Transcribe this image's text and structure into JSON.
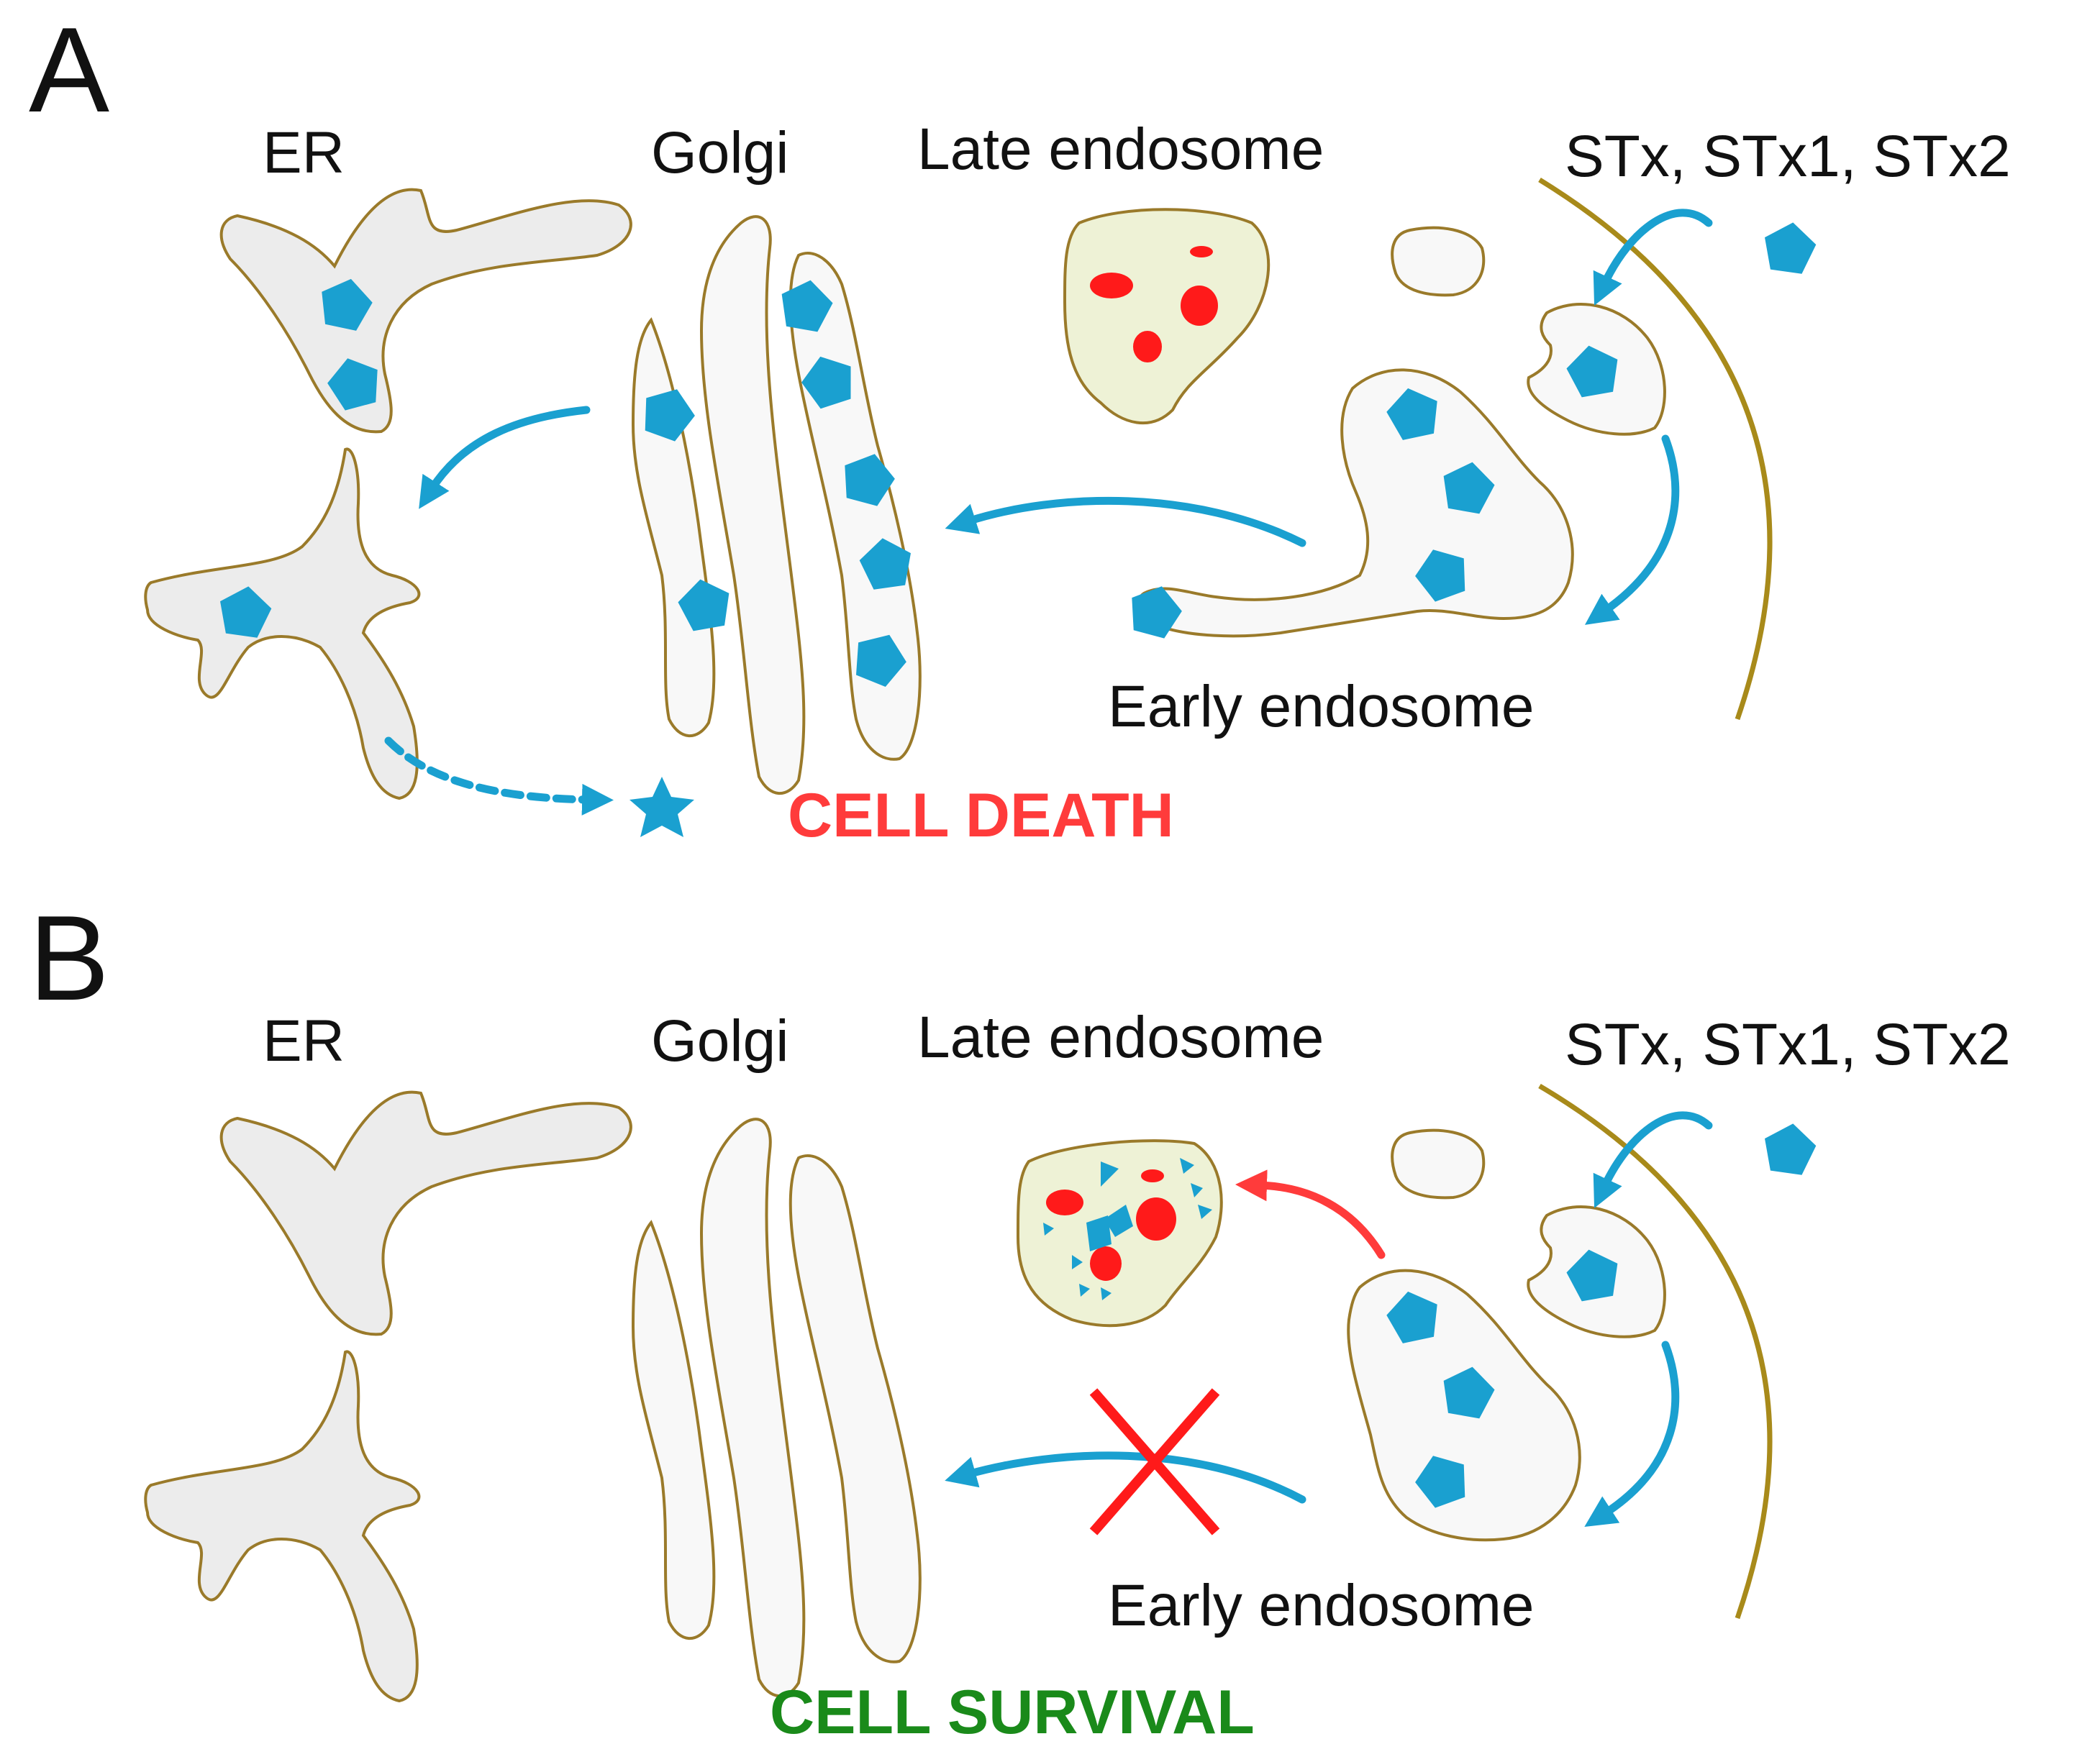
{
  "colors": {
    "toxin": "#1aa0d0",
    "membrane": "#a88a1a",
    "organelle_outline": "#9a7a2a",
    "late_endosome_fill": "#eef2d6",
    "lysosomal_content": "#ff1a1a",
    "blocked_cross": "#ff1a1a",
    "cell_death": "#ff3b3b",
    "cell_survival": "#1a8a1a"
  },
  "panels": [
    {
      "letter": "A",
      "labels": {
        "er": "ER",
        "golgi": "Golgi",
        "late_endosome": "Late endosome",
        "toxins": "STx, STx1, STx2",
        "early_endosome": "Early endosome"
      },
      "outcome": {
        "text": "CELL DEATH",
        "color": "#ff3b3b"
      }
    },
    {
      "letter": "B",
      "labels": {
        "er": "ER",
        "golgi": "Golgi",
        "late_endosome": "Late endosome",
        "toxins": "STx, STx1, STx2",
        "early_endosome": "Early endosome"
      },
      "outcome": {
        "text": "CELL SURVIVAL",
        "color": "#1a8a1a"
      }
    }
  ]
}
